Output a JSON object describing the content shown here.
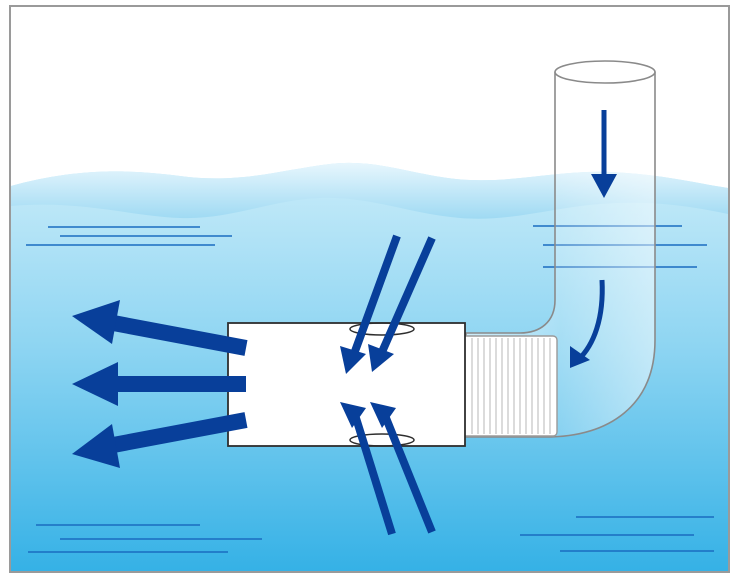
{
  "diagram": {
    "subject": "eductor-mixing-nozzle",
    "colors": {
      "background": "#ffffff",
      "border": "#9a9a9a",
      "water_top": "#bfe6f6",
      "water_bottom": "#39b4e7",
      "wave_light": "#d9f1fb",
      "wave_mid": "#8fd3f1",
      "arrow": "#083f9a",
      "nozzle_body": "#ffffff",
      "nozzle_outline": "#3a3a3a",
      "pipe_outline": "#8a8a8a",
      "thread": "#a9a9a9",
      "water_lines": "#1a6cc0"
    },
    "icons": [
      "downflow-arrow",
      "elbow-flow-arrow",
      "suction-inflow-arrow",
      "discharge-outflow-arrow"
    ]
  }
}
